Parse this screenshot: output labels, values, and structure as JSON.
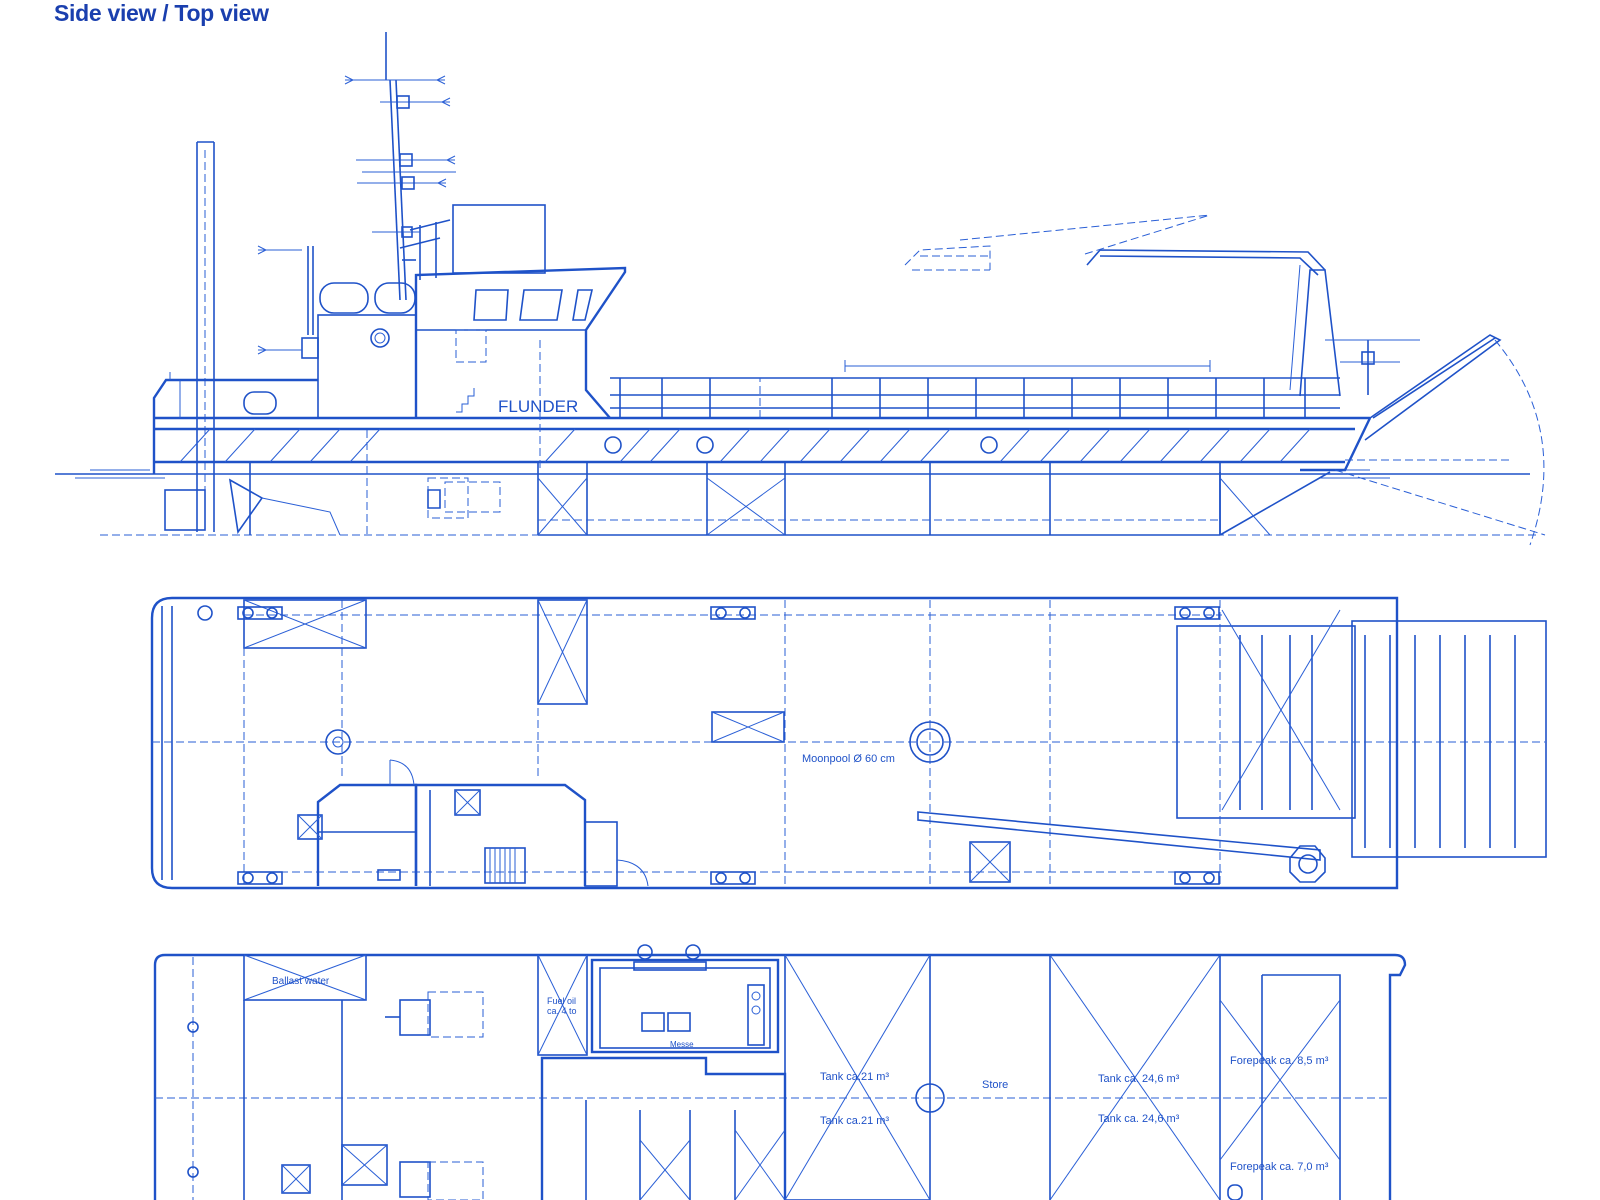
{
  "title": "Side view / Top view",
  "side_view": {
    "vessel_name": "FLUNDER"
  },
  "top_view": {
    "moonpool_label": "Moonpool Ø 60 cm"
  },
  "lower_deck": {
    "ballast_label": "Ballast water",
    "fuel_label_1": "Fuel oil",
    "fuel_label_2": "ca. 4 to",
    "mess_label": "Messe",
    "tank_a1": "Tank ca.21 m³",
    "tank_a2": "Tank ca.21 m³",
    "store_label": "Store",
    "tank_b1": "Tank ca. 24,6 m³",
    "tank_b2": "Tank ca. 24,6 m³",
    "forepeak_1": "Forepeak ca. 8,5 m³",
    "forepeak_2": "Forepeak ca. 7,0 m³"
  },
  "colors": {
    "line": "#1f52c8",
    "title": "#1a3fae",
    "background": "#ffffff"
  }
}
